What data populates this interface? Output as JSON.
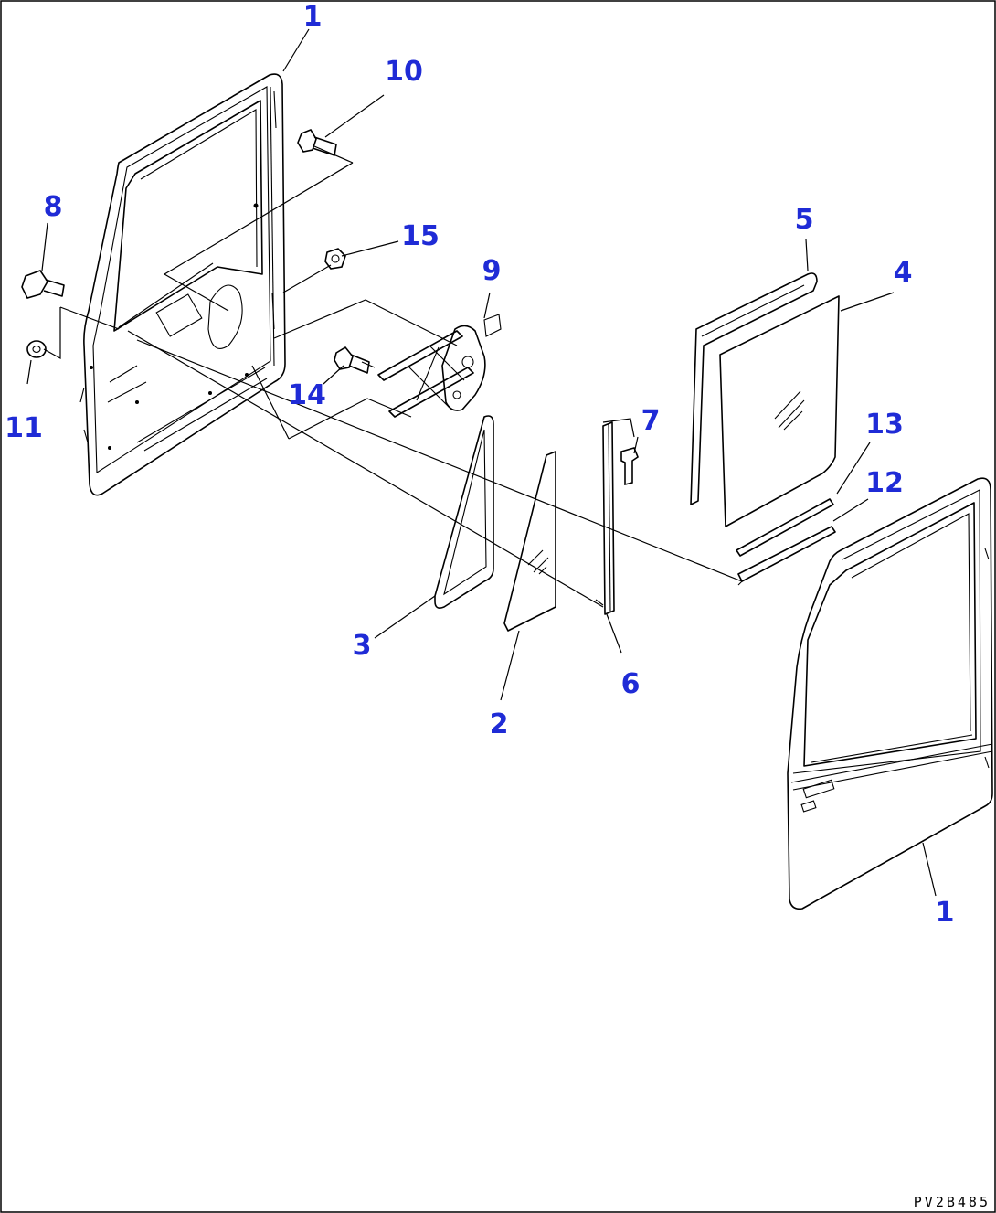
{
  "diagram": {
    "callouts": [
      "1",
      "10",
      "8",
      "15",
      "9",
      "5",
      "4",
      "11",
      "14",
      "7",
      "13",
      "12",
      "3",
      "6",
      "2",
      "1"
    ],
    "reference_code": "PV2B485"
  }
}
